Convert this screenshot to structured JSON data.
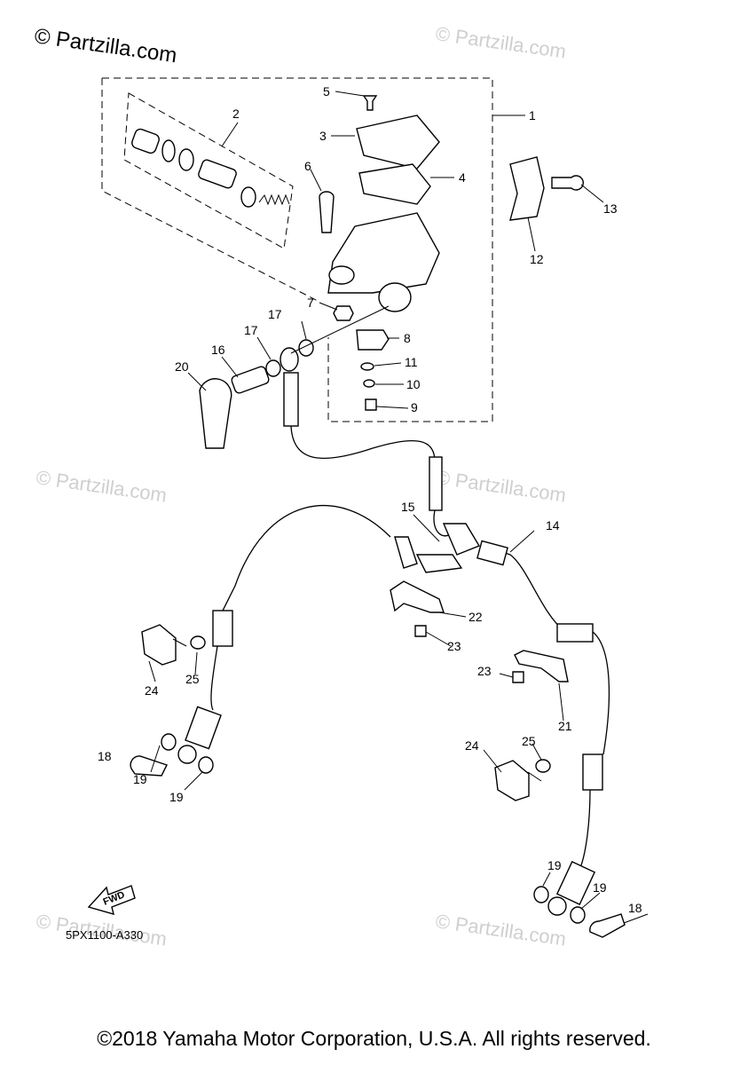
{
  "watermark": {
    "main": "© Partzilla.com",
    "faint": "© Partzilla.com"
  },
  "diagram_code": "5PX1100-A330",
  "fwd_label": "FWD",
  "copyright": "©2018 Yamaha Motor Corporation, U.S.A. All rights reserved.",
  "callouts": {
    "c1": "1",
    "c2": "2",
    "c3": "3",
    "c4": "4",
    "c5": "5",
    "c6": "6",
    "c7": "7",
    "c8": "8",
    "c9": "9",
    "c10": "10",
    "c11": "11",
    "c12": "12",
    "c13": "13",
    "c14": "14",
    "c15": "15",
    "c16": "16",
    "c17a": "17",
    "c17b": "17",
    "c18a": "18",
    "c18b": "18",
    "c19a": "19",
    "c19b": "19",
    "c19c": "19",
    "c19d": "19",
    "c20": "20",
    "c21": "21",
    "c22": "22",
    "c23a": "23",
    "c23b": "23",
    "c24a": "24",
    "c24b": "24",
    "c25a": "25",
    "c25b": "25"
  }
}
